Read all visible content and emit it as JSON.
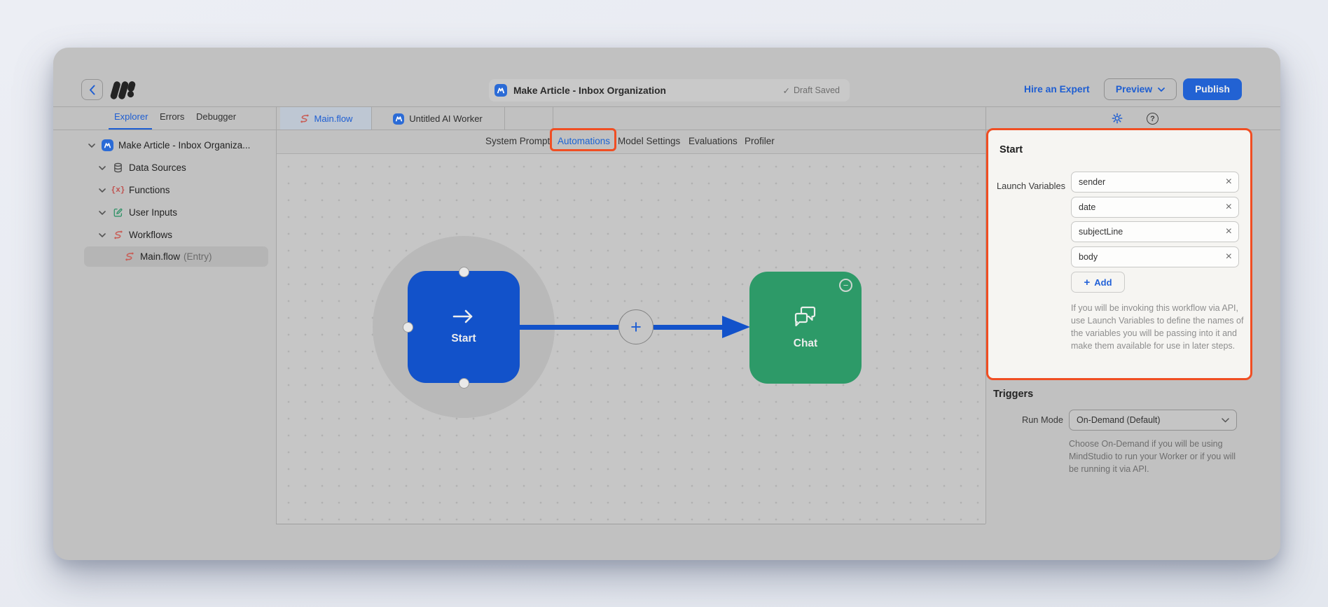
{
  "header": {
    "title": "Make Article - Inbox Organization",
    "draft_status": "Draft Saved",
    "hire_expert": "Hire an Expert",
    "preview": "Preview",
    "publish": "Publish"
  },
  "sidebar": {
    "tabs": [
      {
        "label": "Explorer",
        "active": true
      },
      {
        "label": "Errors",
        "active": false
      },
      {
        "label": "Debugger",
        "active": false
      }
    ],
    "tree": [
      {
        "label": "Make Article - Inbox Organiza...",
        "icon": "app-icon"
      },
      {
        "label": "Data Sources",
        "icon": "database-icon"
      },
      {
        "label": "Functions",
        "icon": "function-icon"
      },
      {
        "label": "User Inputs",
        "icon": "pencil-icon"
      },
      {
        "label": "Workflows",
        "icon": "flow-icon"
      },
      {
        "label": "Main.flow",
        "suffix": "(Entry)",
        "icon": "flow-icon",
        "selected": true
      }
    ]
  },
  "tabbar": {
    "tabs": [
      {
        "label": "Main.flow",
        "icon": "flow-icon",
        "active": true
      },
      {
        "label": "Untitled AI Worker",
        "icon": "worker-icon",
        "active": false
      }
    ]
  },
  "subtabs": [
    "System Prompt",
    "Automations",
    "Model Settings",
    "Evaluations",
    "Profiler"
  ],
  "canvas": {
    "start_label": "Start",
    "chat_label": "Chat"
  },
  "panel": {
    "start": {
      "heading": "Start",
      "launch_variables_label": "Launch Variables",
      "variables": [
        "sender",
        "date",
        "subjectLine",
        "body"
      ],
      "add_label": "Add",
      "description": "If you will be invoking this workflow via API, use Launch Variables to define the names of the variables you will be passing into it and make them available for use in later steps."
    },
    "triggers": {
      "heading": "Triggers",
      "run_mode_label": "Run Mode",
      "run_mode_value": "On-Demand (Default)",
      "description": "Choose On-Demand if you will be using MindStudio to run your Worker or if you will be running it via API."
    }
  },
  "icons": {
    "plus": "+",
    "close": "×",
    "check": "✓",
    "minus": "−",
    "question": "?",
    "function_glyph": "{x}"
  },
  "colors": {
    "accent_blue": "#1e5ed2",
    "node_blue": "#1252ca",
    "node_green": "#2d9a68",
    "annotation_orange": "#f04e23",
    "publish_blue": "#2262d3"
  }
}
